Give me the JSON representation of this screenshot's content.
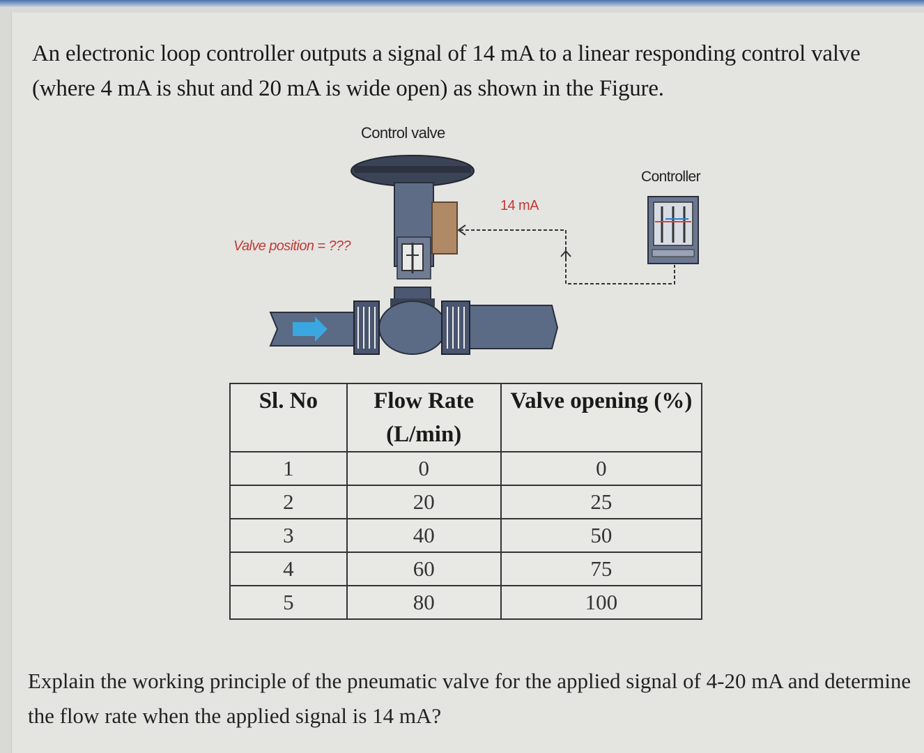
{
  "question": {
    "intro": "An electronic loop controller outputs a signal of 14 mA to a linear responding control valve (where 4 mA is shut and 20 mA is wide open) as shown in the Figure.",
    "prompt": "Explain the working principle of the pneumatic valve for the applied signal of 4-20 mA and determine the flow rate when the applied signal is 14 mA?"
  },
  "figure": {
    "control_valve_label": "Control valve",
    "controller_label": "Controller",
    "signal_label": "14 mA",
    "valve_position_label": "Valve position = ???"
  },
  "table": {
    "headers": [
      "Sl. No",
      "Flow Rate (L/min)",
      "Valve opening (%)"
    ],
    "rows": [
      [
        "1",
        "0",
        "0"
      ],
      [
        "2",
        "20",
        "25"
      ],
      [
        "3",
        "40",
        "50"
      ],
      [
        "4",
        "60",
        "75"
      ],
      [
        "5",
        "80",
        "100"
      ]
    ]
  },
  "colors": {
    "pipe": "#5b6a85",
    "flow_arrow": "#3aa7e0",
    "signal_label": "#c23a36",
    "actuator_box": "#b08a66"
  }
}
